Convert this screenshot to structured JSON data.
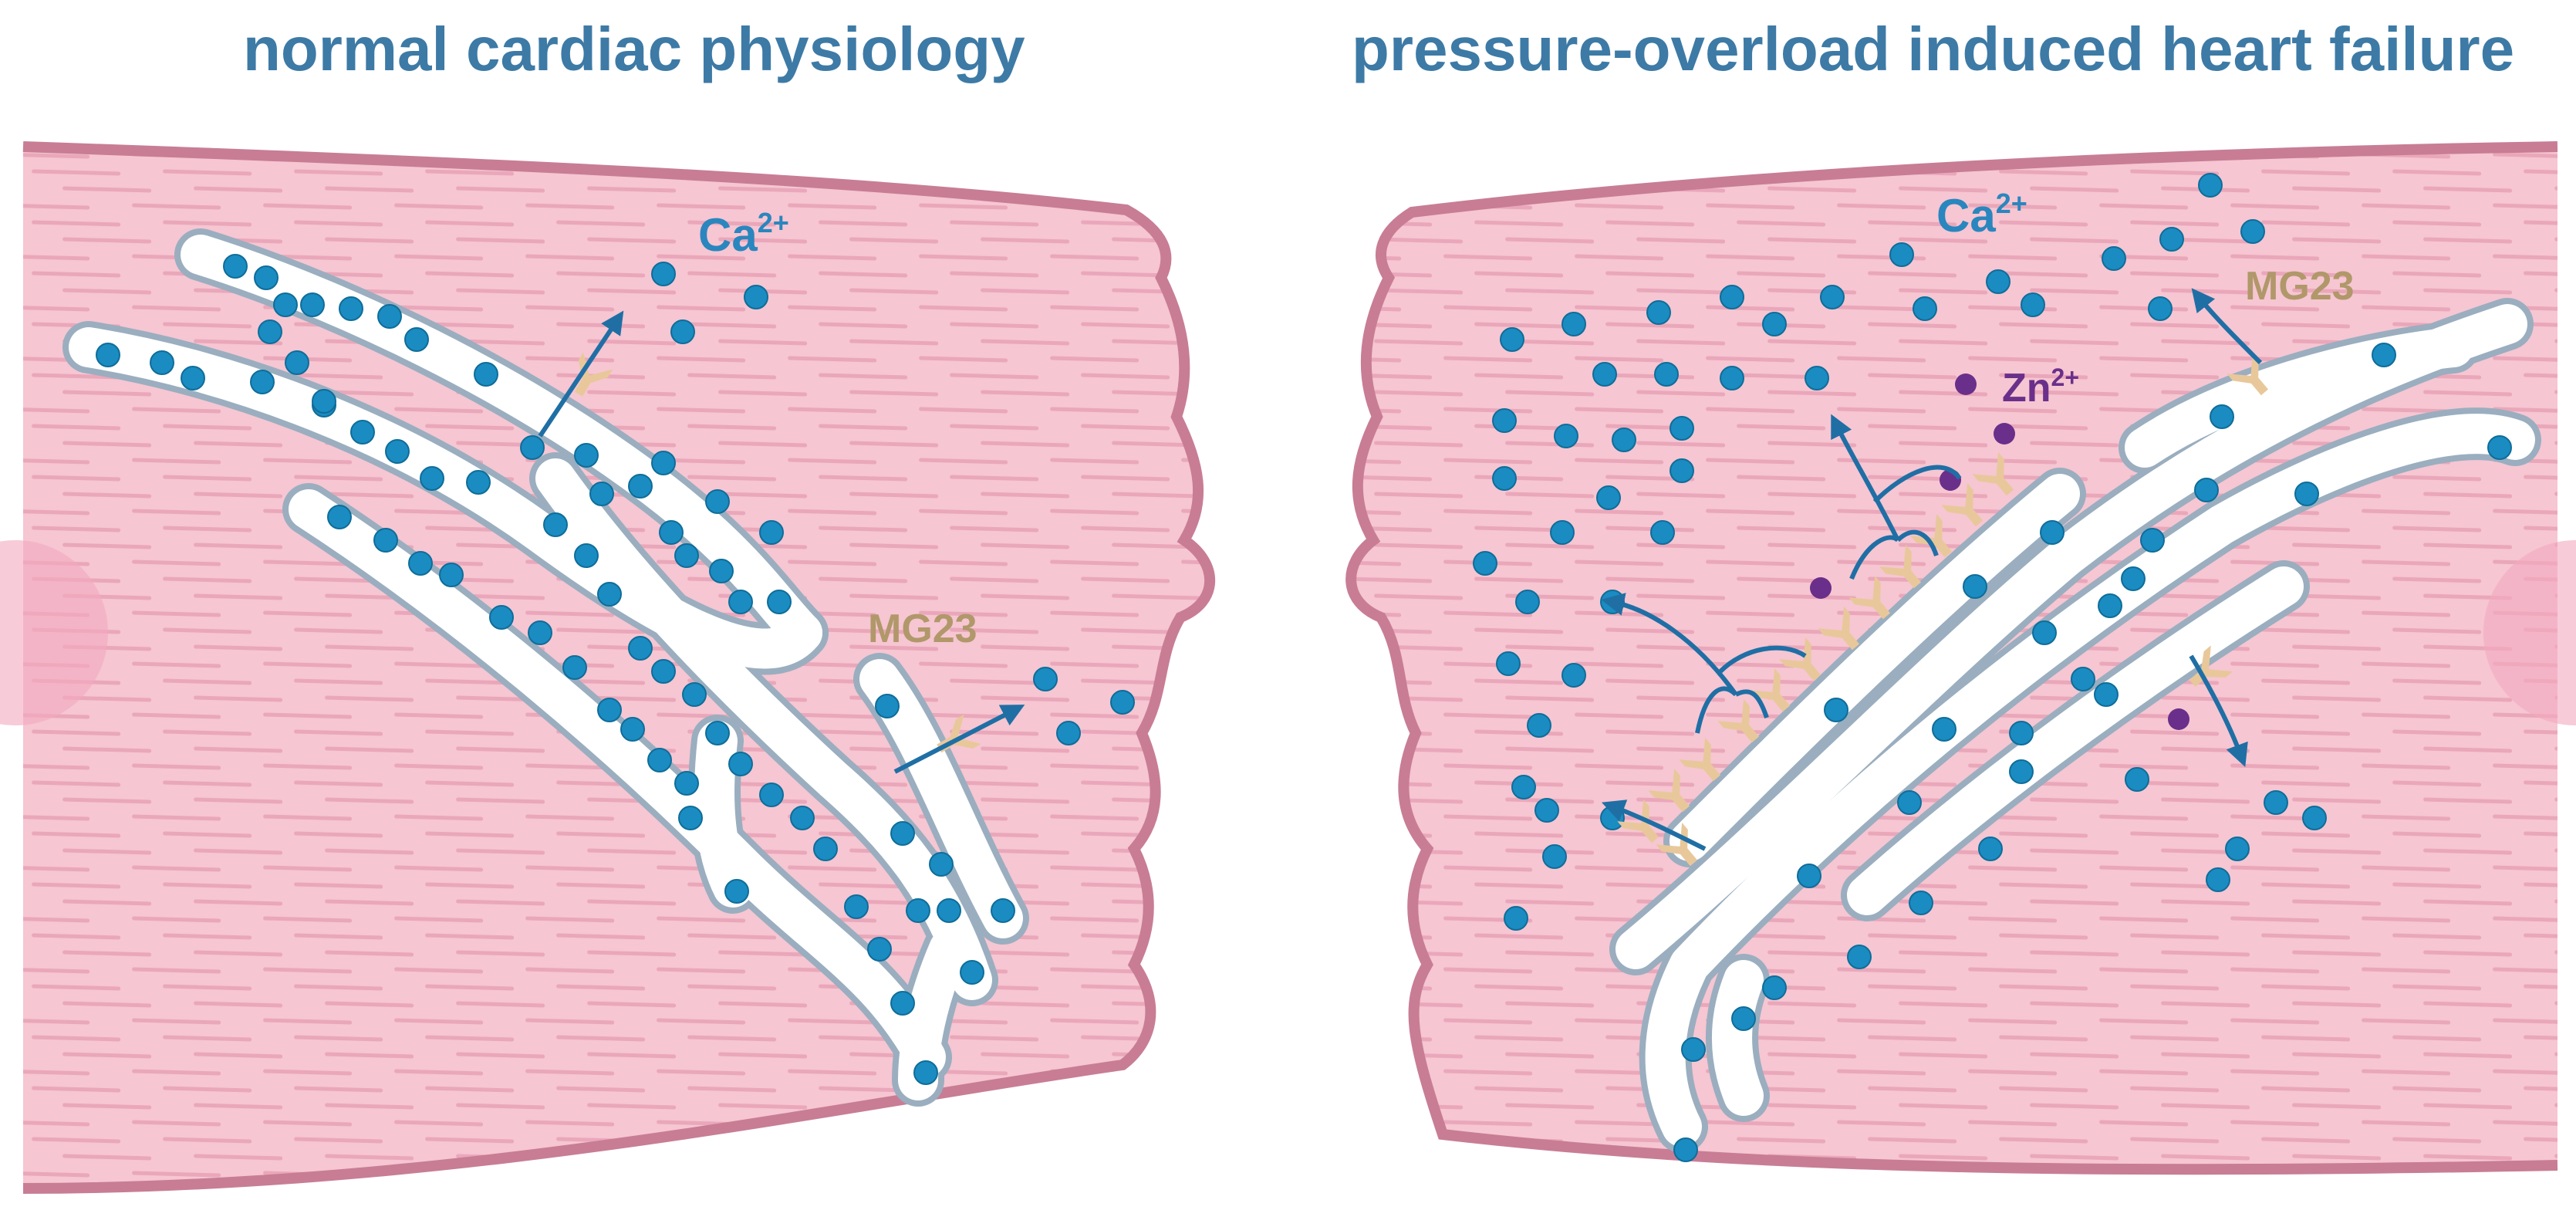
{
  "titles": {
    "left": "normal cardiac physiology",
    "right": "pressure-overload induced heart failure"
  },
  "labels": {
    "calcium": "Ca",
    "calcium_charge": "2+",
    "zinc": "Zn",
    "zinc_charge": "2+",
    "channel": "MG23"
  },
  "colors": {
    "title": "#3d7aa6",
    "cell_fill": "#f6c6d2",
    "cell_border": "#c87d95",
    "striation": "#e9a4b8",
    "sr_fill": "#ffffff",
    "sr_border": "#9aaebf",
    "ion_calcium": "#1a8cc2",
    "ion_zinc": "#6a2f8a",
    "channel": "#e8c89a",
    "arrow": "#1f6fa5",
    "channel_label": "#b0986a"
  }
}
